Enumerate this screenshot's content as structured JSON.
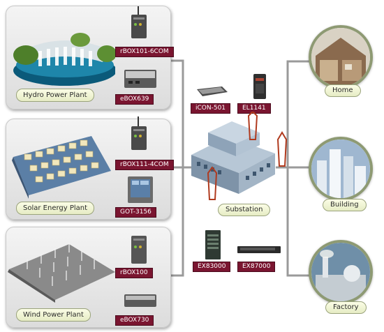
{
  "plants": {
    "hydro": {
      "label": "Hydro Power Plant",
      "devices": [
        "rBOX101-6COM",
        "eBOX639"
      ]
    },
    "solar": {
      "label": "Solar Energy Plant",
      "devices": [
        "rBOX111-4COM",
        "GOT-3156"
      ]
    },
    "wind": {
      "label": "Wind Power Plant",
      "devices": [
        "rBOX100",
        "eBOX730"
      ]
    }
  },
  "substation": {
    "label": "Substation",
    "top_devices": [
      "iCON-501",
      "EL1141"
    ],
    "bottom_devices": [
      "EX83000",
      "EX87000"
    ]
  },
  "destinations": {
    "home": "Home",
    "building": "Building",
    "factory": "Factory"
  },
  "colors": {
    "tag": "#7a1530",
    "connector": "#8c8c8c",
    "label_bg": "#eef2d2",
    "ring": "#8e9a73"
  }
}
